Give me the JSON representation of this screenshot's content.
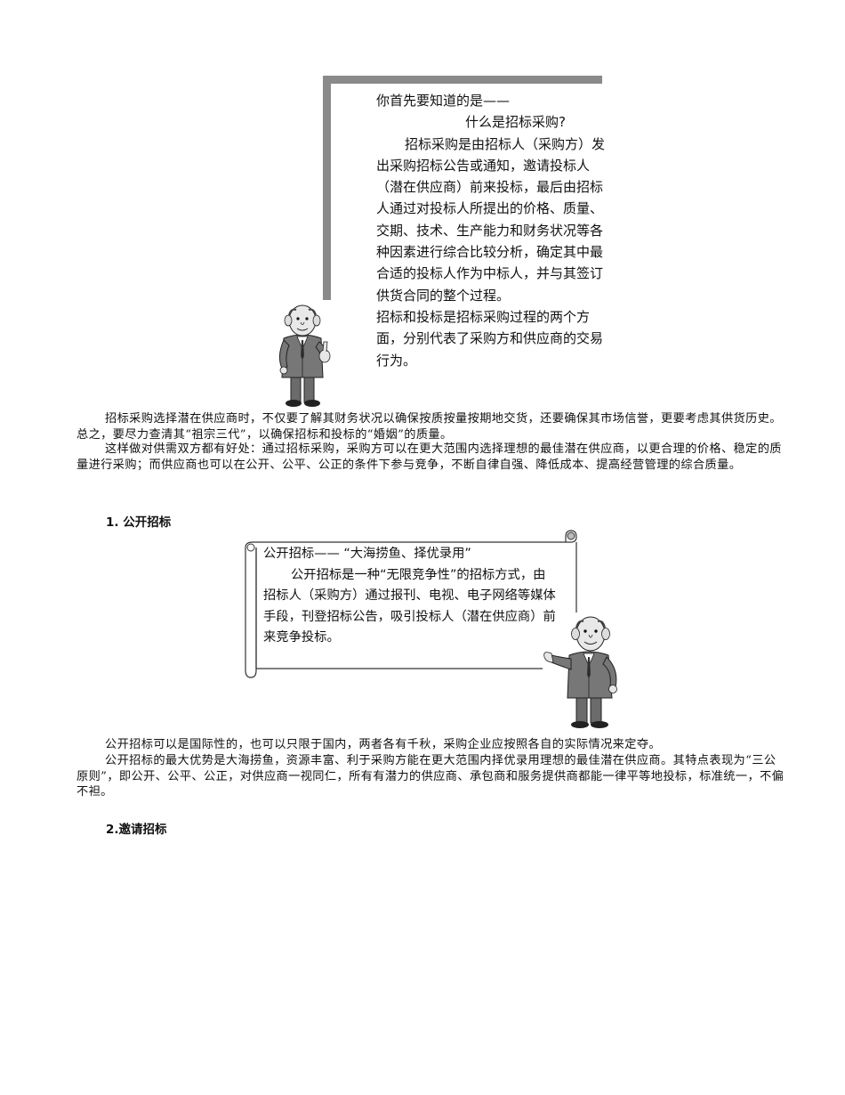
{
  "callout1": {
    "heading": "你首先要知道的是——",
    "subheading": "什么是招标采购?",
    "body": "招标采购是由招标人（采购方）发出采购招标公告或通知，邀请投标人（潜在供应商）前来投标，最后由招标人通过对投标人所提出的价格、质量、交期、技术、生产能力和财务状况等各种因素进行综合比较分析，确定其中最合适的投标人作为中标人，并与其签订供货合同的整个过程。",
    "body2": "招标和投标是招标采购过程的两个方面，分别代表了采购方和供应商的交易行为。"
  },
  "paragraphs": {
    "p1": "招标采购选择潜在供应商时，不仅要了解其财务状况以确保按质按量按期地交货，还要确保其市场信誉，更要考虑其供货历史。总之，要尽力查清其“祖宗三代”，以确保招标和投标的“婚姻”的质量。",
    "p2": "这样做对供需双方都有好处：通过招标采购，采购方可以在更大范围内选择理想的最佳潜在供应商，以更合理的价格、稳定的质量进行采购；而供应商也可以在公开、公平、公正的条件下参与竞争，不断自律自强、降低成本、提高经营管理的综合质量。",
    "p3": "公开招标可以是国际性的，也可以只限于国内，两者各有千秋，采购企业应按照各自的实际情况来定夺。",
    "p4": "公开招标的最大优势是大海捞鱼，资源丰富、利于采购方能在更大范围内择优录用理想的最佳潜在供应商。其特点表现为“三公原则”，即公开、公平、公正，对供应商一视同仁，所有有潜力的供应商、承包商和服务提供商都能一律平等地投标，标准统一，不偏不袒。"
  },
  "headings": {
    "h1": "1.  公开招标",
    "h2": "2.邀请招标"
  },
  "scroll": {
    "title": "公开招标—— “大海捞鱼、择优录用”",
    "body": "公开招标是一种“无限竞争性”的招标方式，由招标人（采购方）通过报刊、电视、电子网络等媒体手段，刊登招标公告，吸引投标人（潜在供应商）前来竞争投标。"
  },
  "icons": {
    "man1": "businessman-thumbs-up-icon",
    "man2": "businessman-presenting-icon"
  }
}
